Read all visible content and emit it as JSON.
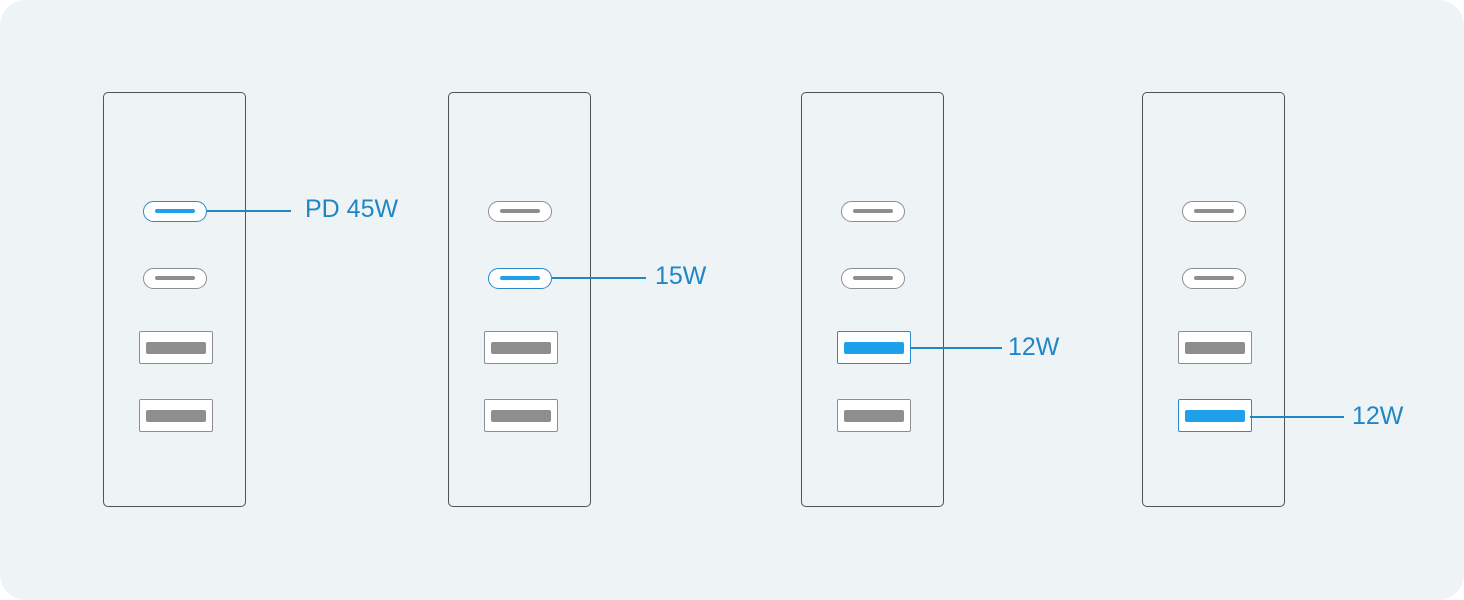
{
  "colors": {
    "background": "#eef3f6",
    "device_outline": "#4f5357",
    "port_outline": "#8c8f92",
    "port_inactive": "#8e8e8e",
    "port_active": "#1ea0ea",
    "accent": "#2186c6"
  },
  "devices": [
    {
      "ports": [
        "usb-c",
        "usb-c",
        "usb-a",
        "usb-a"
      ],
      "active_port_index": 0,
      "active_port_type": "usb-c",
      "label": "PD 45W"
    },
    {
      "ports": [
        "usb-c",
        "usb-c",
        "usb-a",
        "usb-a"
      ],
      "active_port_index": 1,
      "active_port_type": "usb-c",
      "label": "15W"
    },
    {
      "ports": [
        "usb-c",
        "usb-c",
        "usb-a",
        "usb-a"
      ],
      "active_port_index": 2,
      "active_port_type": "usb-a",
      "label": "12W"
    },
    {
      "ports": [
        "usb-c",
        "usb-c",
        "usb-a",
        "usb-a"
      ],
      "active_port_index": 3,
      "active_port_type": "usb-a",
      "label": "12W"
    }
  ]
}
